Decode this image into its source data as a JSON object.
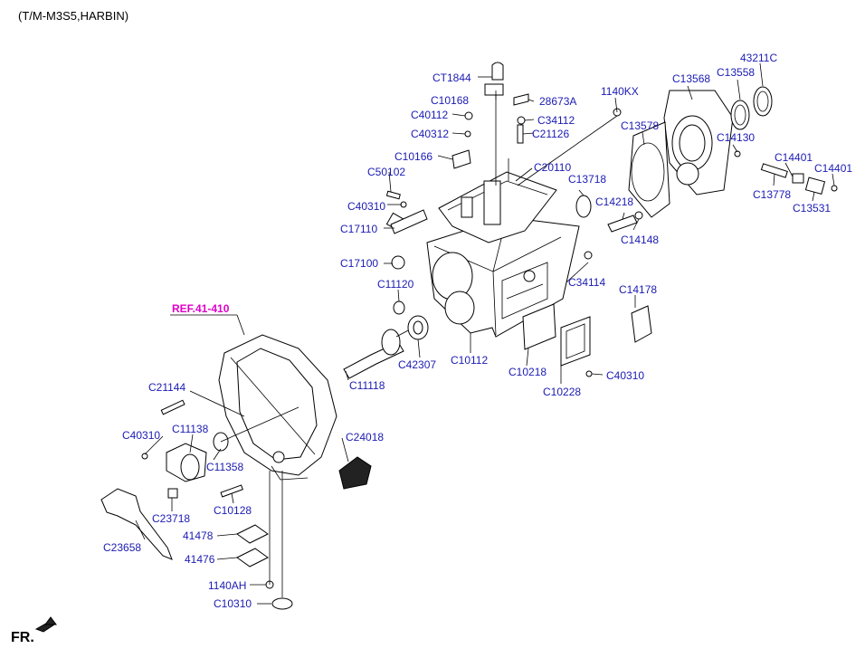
{
  "header": {
    "title": "(T/M-M3S5,HARBIN)"
  },
  "footer": {
    "direction_label": "FR."
  },
  "reference": {
    "label": "REF.41-410"
  },
  "labels": {
    "CT1844": "CT1844",
    "C10168": "C10168",
    "28673A": "28673A",
    "1140KX": "1140KX",
    "C40112": "C40112",
    "C34112": "C34112",
    "C40312": "C40312",
    "C21126": "C21126",
    "C10166": "C10166",
    "C50102": "C50102",
    "C20110": "C20110",
    "C40310a": "C40310",
    "C17110": "C17110",
    "C17100": "C17100",
    "C11120": "C11120",
    "C42307": "C42307",
    "C10112": "C10112",
    "C11118": "C11118",
    "C10218": "C10218",
    "C10228": "C10228",
    "C40310b": "C40310",
    "C34114": "C34114",
    "C14178": "C14178",
    "C13718": "C13718",
    "C14218": "C14218",
    "C14148": "C14148",
    "C13578": "C13578",
    "C13568": "C13568",
    "C13558": "C13558",
    "43211C": "43211C",
    "C14130": "C14130",
    "C14401a": "C14401",
    "C14401b": "C14401",
    "C13778": "C13778",
    "C13531": "C13531",
    "C21144": "C21144",
    "C40310c": "C40310",
    "C11138": "C11138",
    "C11358": "C11358",
    "C24018": "C24018",
    "C23718": "C23718",
    "C10128": "C10128",
    "C23658": "C23658",
    "41478": "41478",
    "41476": "41476",
    "1140AH": "1140AH",
    "C10310": "C10310"
  }
}
